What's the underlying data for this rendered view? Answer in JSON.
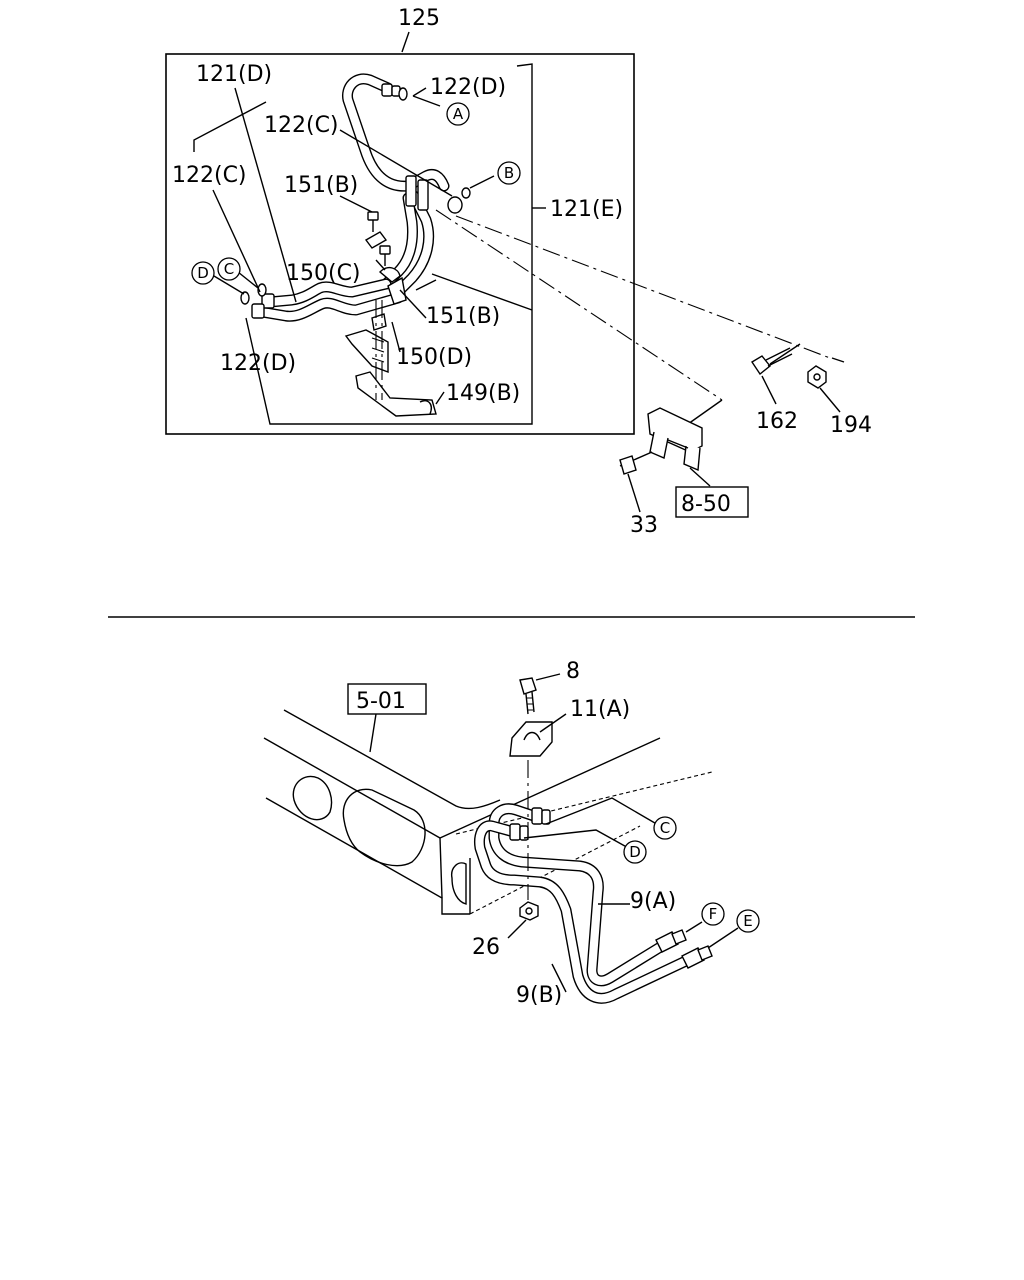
{
  "upper": {
    "assembly": "125",
    "labels": {
      "p121D": "121(D)",
      "p122D_top": "122(D)",
      "p122C_mid": "122(C)",
      "p122C_left": "122(C)",
      "p151B_top": "151(B)",
      "p121E": "121(E)",
      "p150C": "150(C)",
      "p151B_low": "151(B)",
      "p150D": "150(D)",
      "p122D_low": "122(D)",
      "p149B": "149(B)",
      "p162": "162",
      "p194": "194",
      "p33": "33"
    },
    "ref_box": "8-50",
    "markers": {
      "A": "A",
      "B": "B",
      "C": "C",
      "D": "D"
    }
  },
  "lower": {
    "ref_box": "5-01",
    "labels": {
      "p8": "8",
      "p11A": "11(A)",
      "p9A": "9(A)",
      "p9B": "9(B)",
      "p26": "26"
    },
    "markers": {
      "C": "C",
      "D": "D",
      "E": "E",
      "F": "F"
    }
  }
}
